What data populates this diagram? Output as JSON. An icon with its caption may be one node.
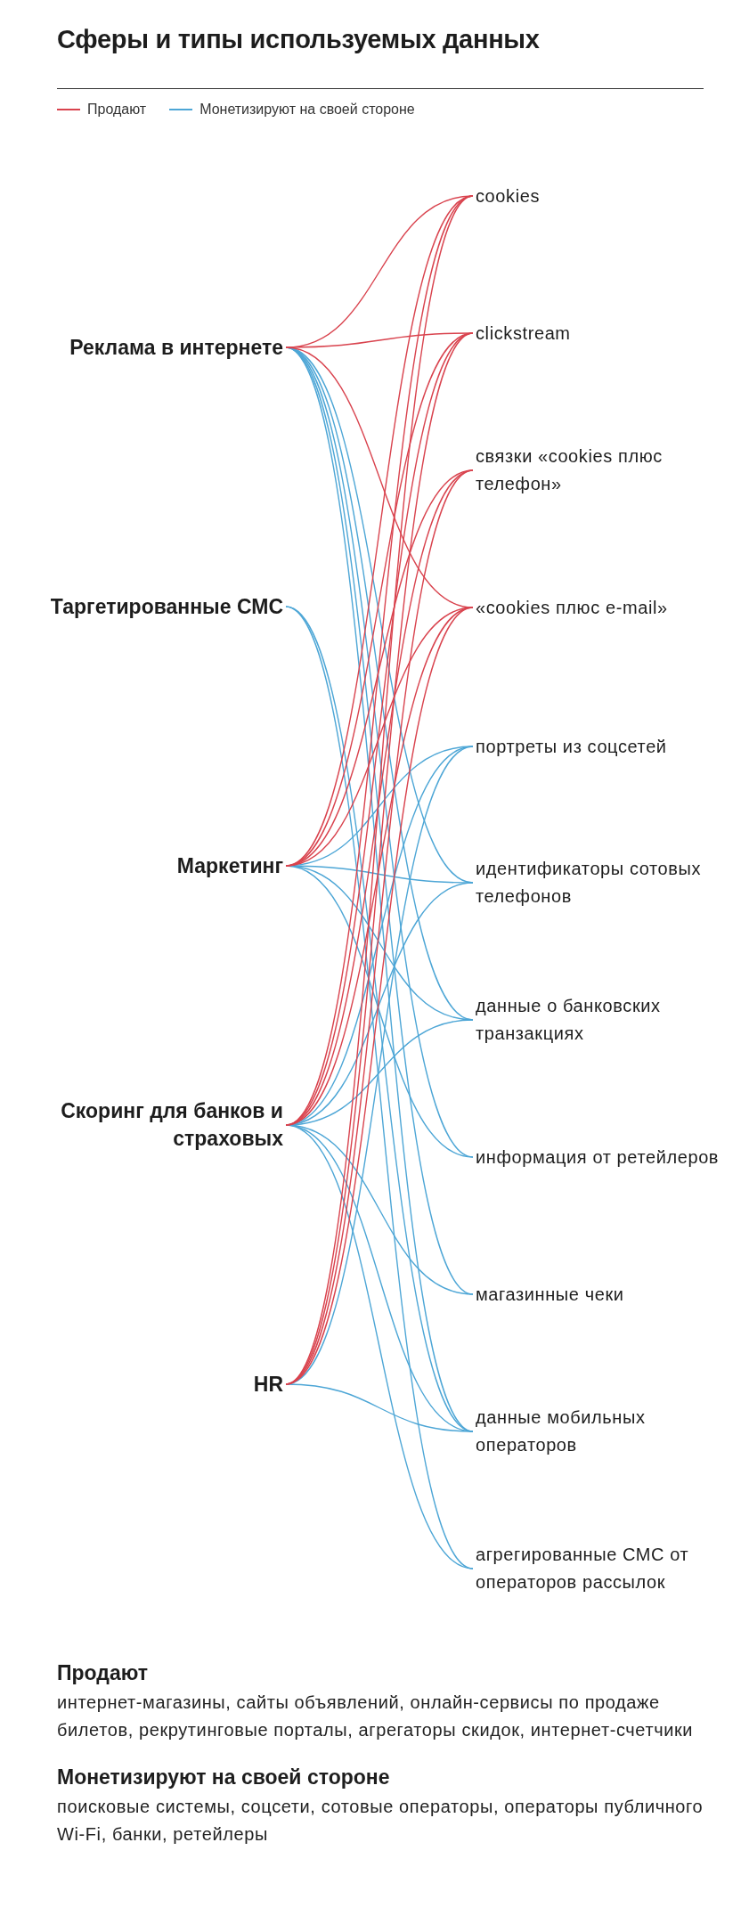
{
  "diagram": {
    "title": "Сферы и типы используемых данных",
    "nodes": [
      {
        "text": [
          "Реклама в интернете"
        ]
      },
      {
        "text": [
          "Таргетированные СМС"
        ]
      },
      {
        "text": [
          "Маркетинг"
        ]
      },
      {
        "text": [
          "Скоринг для банков и страховых"
        ]
      },
      {
        "text": [
          "HR"
        ]
      },
      {
        "text": [
          "cookies"
        ]
      },
      {
        "text": [
          "clickstream"
        ]
      },
      {
        "text": [
          "связки «cookies плюс телефон»"
        ]
      },
      {
        "text": [
          "«cookies плюс e-mail»"
        ]
      },
      {
        "text": [
          "портреты из соцсетей"
        ]
      },
      {
        "text": [
          "идентификаторы сотовых телефонов"
        ]
      },
      {
        "text": [
          "данные о банковских транзакциях"
        ]
      },
      {
        "text": [
          "информация от ретейлеров"
        ]
      },
      {
        "text": [
          "магазинные чеки"
        ]
      },
      {
        "text": [
          "данные мобильных операторов"
        ]
      },
      {
        "text": [
          "агрегированные СМС от операторов рассылок"
        ]
      }
    ],
    "edges": [
      {
        "from": 0,
        "to": 10,
        "arrow": "none"
      },
      {
        "from": 0,
        "to": 11,
        "arrow": "none"
      },
      {
        "from": 0,
        "to": 12,
        "arrow": "none"
      },
      {
        "from": 0,
        "to": 13,
        "arrow": "none"
      },
      {
        "from": 0,
        "to": 14,
        "arrow": "none"
      },
      {
        "from": 1,
        "to": 14,
        "arrow": "none"
      },
      {
        "from": 1,
        "to": 15,
        "arrow": "none"
      },
      {
        "from": 2,
        "to": 9,
        "arrow": "none"
      },
      {
        "from": 2,
        "to": 10,
        "arrow": "none"
      },
      {
        "from": 2,
        "to": 11,
        "arrow": "none"
      },
      {
        "from": 2,
        "to": 12,
        "arrow": "none"
      },
      {
        "from": 3,
        "to": 9,
        "arrow": "none"
      },
      {
        "from": 3,
        "to": 10,
        "arrow": "none"
      },
      {
        "from": 3,
        "to": 11,
        "arrow": "none"
      },
      {
        "from": 3,
        "to": 13,
        "arrow": "none"
      },
      {
        "from": 3,
        "to": 14,
        "arrow": "none"
      },
      {
        "from": 3,
        "to": 15,
        "arrow": "none"
      },
      {
        "from": 4,
        "to": 9,
        "arrow": "none"
      },
      {
        "from": 4,
        "to": 14,
        "arrow": "none"
      },
      {
        "from": 0,
        "to": 5,
        "arrow": "none",
        "color": "#d9434e"
      },
      {
        "from": 0,
        "to": 6,
        "arrow": "none",
        "color": "#d9434e"
      },
      {
        "from": 0,
        "to": 8,
        "arrow": "none",
        "color": "#d9434e"
      },
      {
        "from": 2,
        "to": 5,
        "arrow": "none",
        "color": "#d9434e"
      },
      {
        "from": 2,
        "to": 6,
        "arrow": "none",
        "color": "#d9434e"
      },
      {
        "from": 2,
        "to": 7,
        "arrow": "none",
        "color": "#d9434e"
      },
      {
        "from": 2,
        "to": 8,
        "arrow": "none",
        "color": "#d9434e"
      },
      {
        "from": 3,
        "to": 5,
        "arrow": "none",
        "color": "#d9434e"
      },
      {
        "from": 3,
        "to": 6,
        "arrow": "none",
        "color": "#d9434e"
      },
      {
        "from": 3,
        "to": 7,
        "arrow": "none",
        "color": "#d9434e"
      },
      {
        "from": 3,
        "to": 8,
        "arrow": "none",
        "color": "#d9434e"
      },
      {
        "from": 4,
        "to": 5,
        "arrow": "none",
        "color": "#d9434e"
      },
      {
        "from": 4,
        "to": 6,
        "arrow": "none",
        "color": "#d9434e"
      },
      {
        "from": 4,
        "to": 7,
        "arrow": "none",
        "color": "#d9434e"
      },
      {
        "from": 4,
        "to": 8,
        "arrow": "none",
        "color": "#d9434e"
      }
    ],
    "legend": [
      {
        "text": "Продают",
        "color": "#d9434e"
      },
      {
        "text": "Монетизируют на своей стороне",
        "color": "#4da6d6"
      }
    ],
    "labels": [
      "Продают",
      "интернет-магазины, сайты объявлений, онлайн-сервисы по продаже билетов, рекрутинговые порталы, агрегаторы скидок, интернет-счетчики",
      "Монетизируют на своей стороне",
      "поисковые системы, соцсети, сотовые операторы, операторы публичного Wi-Fi, банки, ретейлеры"
    ]
  }
}
